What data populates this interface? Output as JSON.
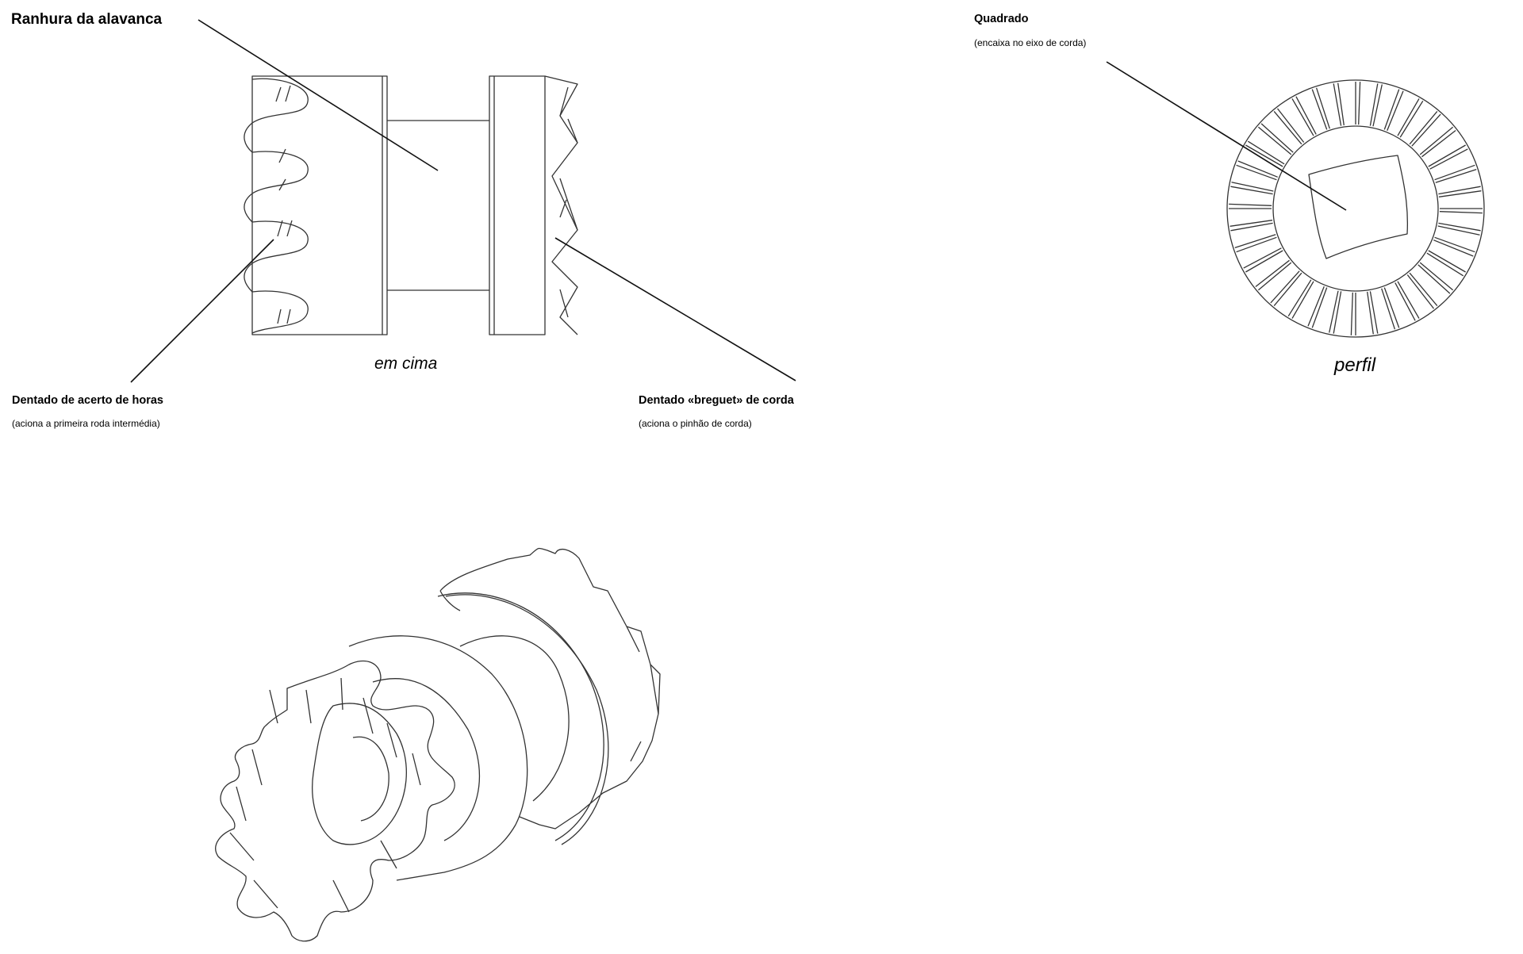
{
  "labels": {
    "slot": {
      "title": "Ranhura da alavanca"
    },
    "square": {
      "title": "Quadrado",
      "note": "(encaixa no eixo de corda)"
    },
    "setting_teeth": {
      "title": "Dentado de acerto de horas",
      "note": "(aciona a primeira roda intermédia)"
    },
    "breguet_teeth": {
      "title": "Dentado «breguet» de corda",
      "note": "(aciona o pinhão de corda)"
    }
  },
  "views": {
    "top": "em cima",
    "profile": "perfil"
  }
}
